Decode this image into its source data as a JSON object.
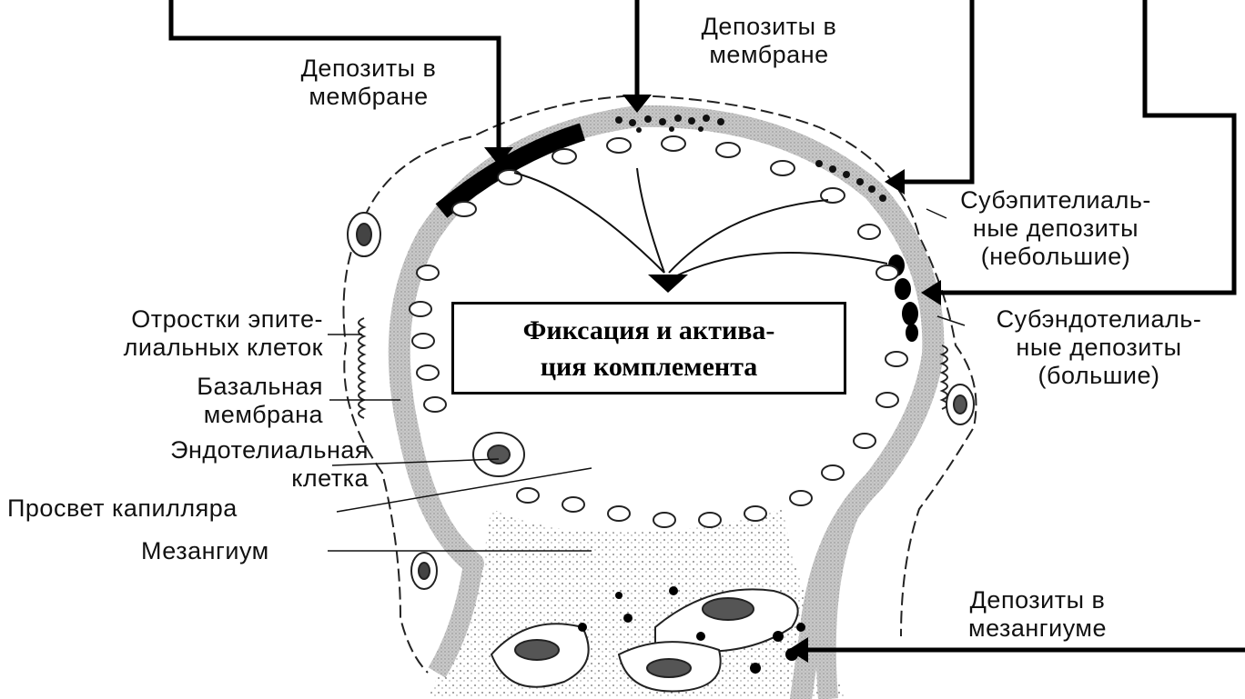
{
  "labels": {
    "membrane_deposits_left": "Депозиты в\nмембране",
    "membrane_deposits_top": "Депозиты в\nмембране",
    "subepithelial": "Субэпителиаль-\nные депозиты\n(небольшие)",
    "subendothelial": "Субэндотелиаль-\nные депозиты\n(большие)",
    "epithelial_processes": "Отростки эпите-\nлиальных клеток",
    "basement_membrane": "Базальная\nмембрана",
    "endothelial_cell": "Эндотелиальная\nклетка",
    "capillary_lumen": "Просвет капилляра",
    "mesangium": "Мезангиум",
    "mesangial_deposits": "Депозиты в\nмезангиуме"
  },
  "center_box": {
    "line1": "Фиксация и актива-",
    "line2": "ция комплемента"
  }
}
